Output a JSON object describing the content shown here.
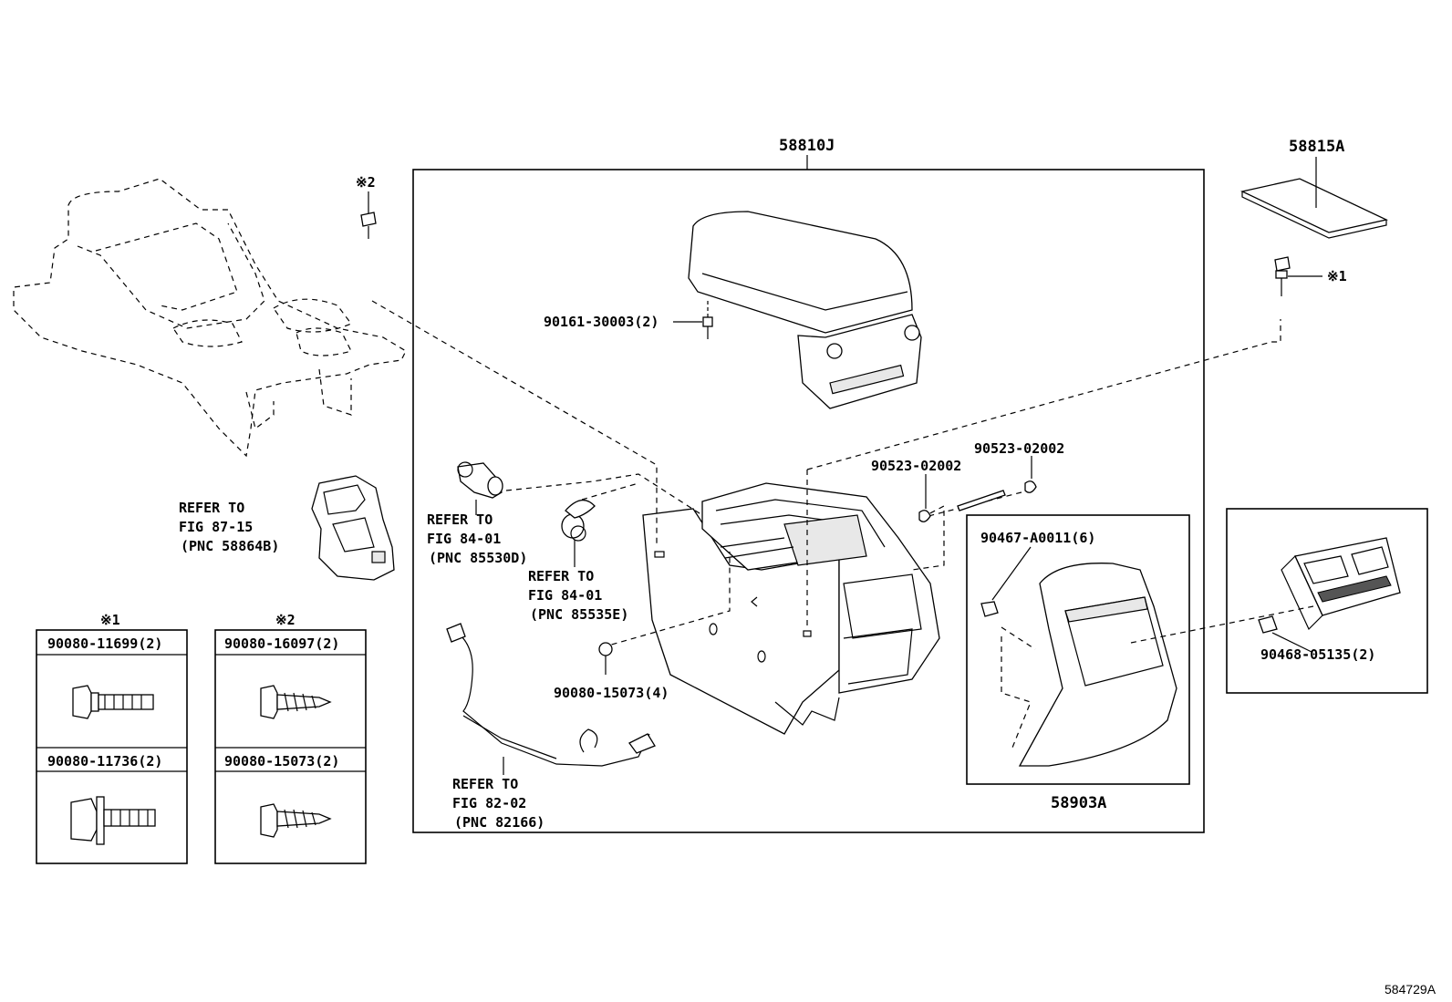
{
  "labels": {
    "box_58810J": "58810J",
    "p58815A": "58815A",
    "p58903A": "58903A",
    "p90161": "90161-30003(2)",
    "p90523a": "90523-02002",
    "p90523b": "90523-02002",
    "p90467": "90467-A0011(6)",
    "p90468": "90468-05135(2)",
    "p90080_15073_4": "90080-15073(4)",
    "mark1": "※1",
    "mark2": "※2",
    "catalog_id": "584729A"
  },
  "refs": {
    "r1": [
      "REFER TO",
      "FIG 87-15",
      "(PNC 58864B)"
    ],
    "r2": [
      "REFER TO",
      "FIG 84-01",
      "(PNC 85530D)"
    ],
    "r3": [
      "REFER TO",
      "FIG 84-01",
      "(PNC 85535E)"
    ],
    "r4": [
      "REFER TO",
      "FIG 82-02",
      "(PNC 82166)"
    ]
  },
  "legend": {
    "group1_mark": "※1",
    "group2_mark": "※2",
    "cells": [
      {
        "part": "90080-11699(2)"
      },
      {
        "part": "90080-11736(2)"
      },
      {
        "part": "90080-16097(2)"
      },
      {
        "part": "90080-15073(2)"
      }
    ]
  }
}
